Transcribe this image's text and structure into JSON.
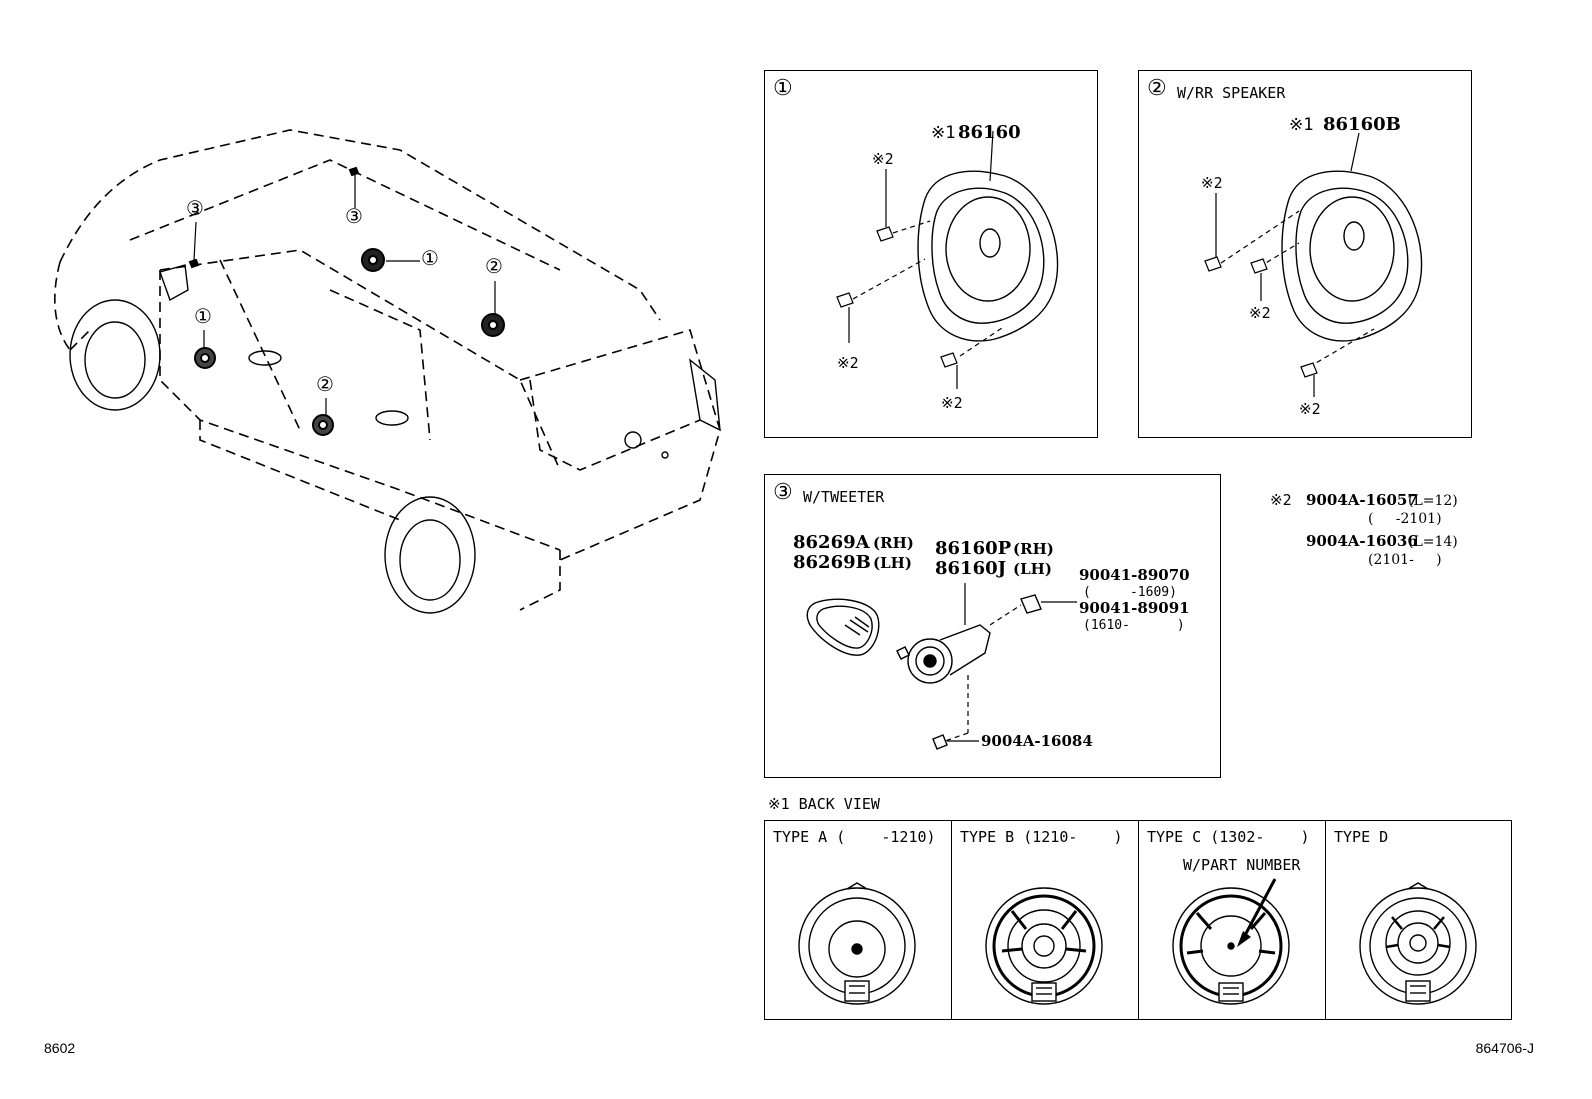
{
  "panel1": {
    "circle": "①",
    "part_prefix": "※1",
    "part_number": "86160",
    "screws": [
      "※2",
      "※2",
      "※2"
    ]
  },
  "panel2": {
    "circle": "②",
    "title": "W/RR SPEAKER",
    "part_prefix": "※1",
    "part_number": "86160B",
    "screws": [
      "※2",
      "※2",
      "※2"
    ]
  },
  "panel3": {
    "circle": "③",
    "title": "W/TWEETER",
    "cover_rh": "86269A",
    "cover_rh_side": "(RH)",
    "cover_lh": "86269B",
    "cover_lh_side": "(LH)",
    "tweeter_rh": "86160P",
    "tweeter_rh_side": "(RH)",
    "tweeter_lh": "86160J",
    "tweeter_lh_side": "(LH)",
    "clip_a": "90041-89070",
    "clip_a_range": "(     -1609)",
    "clip_b": "90041-89091",
    "clip_b_range": "(1610-      )",
    "screw": "9004A-16084"
  },
  "note2": {
    "mark": "※2",
    "line1_part": "9004A-16057",
    "line1_len": "(L=12)",
    "line1_range": "(     -2101)",
    "line2_part": "9004A-16036",
    "line2_len": "(L=14)",
    "line2_range": "(2101-     )"
  },
  "back_view": {
    "title": "※1 BACK VIEW",
    "types": [
      {
        "label": "TYPE A (    -1210)"
      },
      {
        "label": "TYPE B (1210-    )"
      },
      {
        "label": "TYPE C (1302-    )",
        "note": "W/PART NUMBER"
      },
      {
        "label": "TYPE D"
      }
    ]
  },
  "car_callouts": [
    "③",
    "③",
    "①",
    "②",
    "①",
    "②"
  ],
  "footer": {
    "left": "8602",
    "right": "864706-J"
  }
}
